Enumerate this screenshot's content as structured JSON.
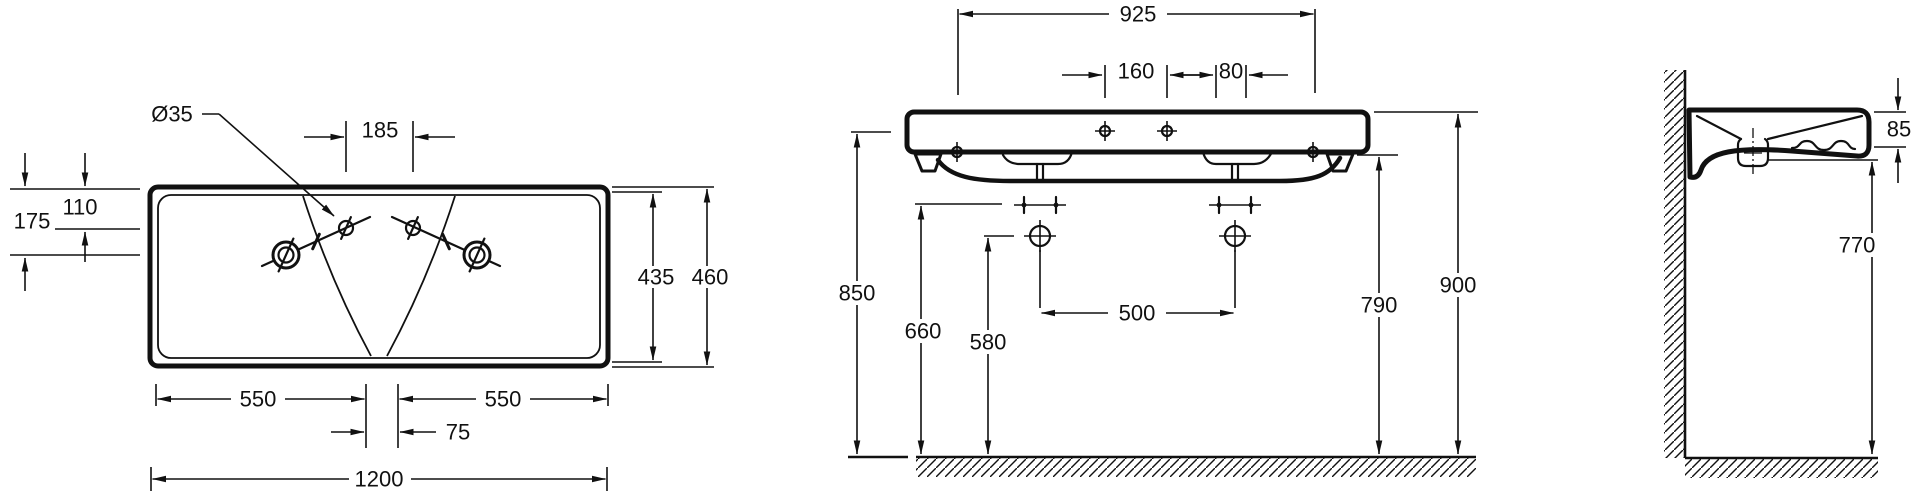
{
  "drawing": {
    "subject": "wall-mounted double washbasin dimensional drawing",
    "line_color": "#111111",
    "background": "#ffffff",
    "views": {
      "top_view": {
        "dims": {
          "hole_dia": "Ø35",
          "d185": "185",
          "d110": "110",
          "d175": "175",
          "d550_left": "550",
          "d550_right": "550",
          "d75": "75",
          "d1200": "1200",
          "d435": "435",
          "d460": "460"
        }
      },
      "front_view": {
        "dims": {
          "d925": "925",
          "d160": "160",
          "d80": "80",
          "d850": "850",
          "d660": "660",
          "d580": "580",
          "d500": "500",
          "d790": "790",
          "d900": "900"
        }
      },
      "side_view": {
        "dims": {
          "d85": "85",
          "d770": "770"
        }
      }
    }
  }
}
